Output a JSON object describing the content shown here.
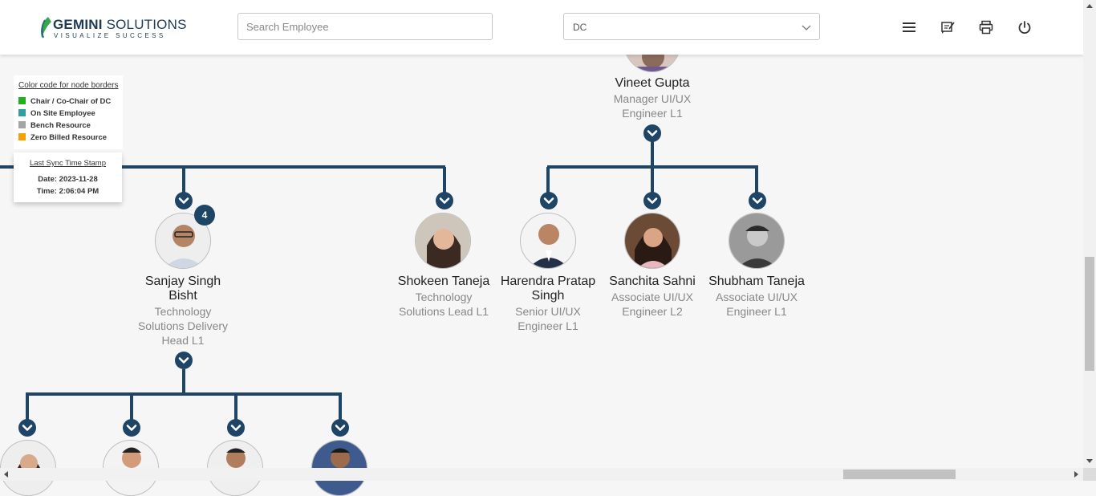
{
  "header": {
    "logo_main_bold": "GEMINI",
    "logo_main_rest": " SOLUTIONS",
    "logo_tagline": "VISUALIZE SUCCESS",
    "search_placeholder": "Search Employee",
    "dept_select_value": "DC",
    "icons": [
      "menu-icon",
      "feedback-icon",
      "print-icon",
      "power-icon"
    ]
  },
  "legend": {
    "title": "Color code for node borders",
    "items": [
      {
        "label": "Chair / Co-Chair of DC",
        "color": "#22b01e"
      },
      {
        "label": "On Site Employee",
        "color": "#2f9f9f"
      },
      {
        "label": "Bench Resource",
        "color": "#a5a5a5"
      },
      {
        "label": "Zero Billed Resource",
        "color": "#f2a100"
      }
    ]
  },
  "sync": {
    "title": "Last Sync Time Stamp",
    "date": "Date: 2023-11-28",
    "time": "Time: 2:06:04 PM"
  },
  "colors": {
    "connector": "#1f4566",
    "accent": "#1f4566"
  },
  "nodes": {
    "vineet": {
      "name": "Vineet Gupta",
      "title_1": "Manager UI/UX",
      "title_2": "Engineer L1"
    },
    "sanjay": {
      "name_1": "Sanjay Singh",
      "name_2": "Bisht",
      "title_1": "Technology",
      "title_2": "Solutions Delivery",
      "title_3": "Head L1",
      "reports_count": "4"
    },
    "shokeen": {
      "name": "Shokeen Taneja",
      "title_1": "Technology",
      "title_2": "Solutions Lead L1"
    },
    "harendra": {
      "name_1": "Harendra Pratap",
      "name_2": "Singh",
      "title_1": "Senior UI/UX",
      "title_2": "Engineer L1"
    },
    "sanchita": {
      "name": "Sanchita Sahni",
      "title_1": "Associate UI/UX",
      "title_2": "Engineer L2"
    },
    "shubham": {
      "name": "Shubham Taneja",
      "title_1": "Associate UI/UX",
      "title_2": "Engineer L1"
    }
  }
}
